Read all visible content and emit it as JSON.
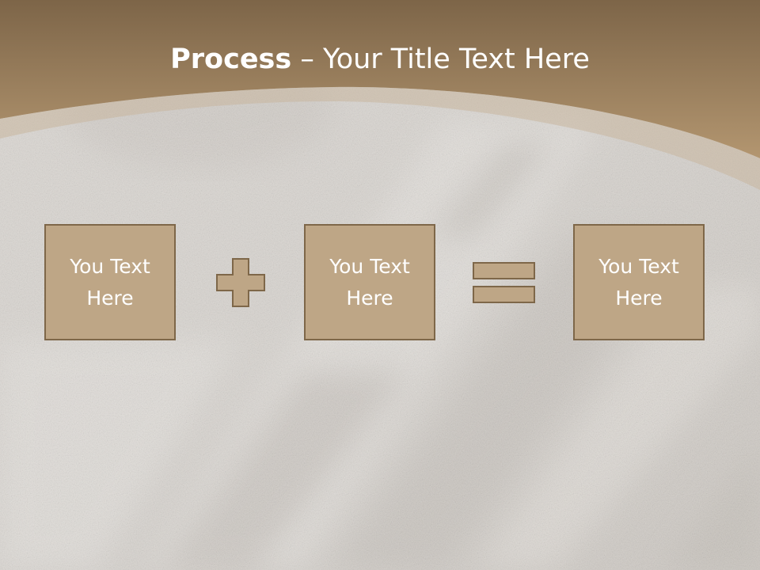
{
  "title": {
    "bold": "Process",
    "rest": " – Your Title Text Here"
  },
  "boxes": [
    {
      "label": "You Text Here"
    },
    {
      "label": "You Text Here"
    },
    {
      "label": "You Text Here"
    }
  ],
  "operators": [
    "plus-icon",
    "equals-icon"
  ],
  "colors": {
    "header": "#9c7f5c",
    "box_fill": "#bea686",
    "box_border": "#7e6749",
    "text": "#ffffff"
  }
}
